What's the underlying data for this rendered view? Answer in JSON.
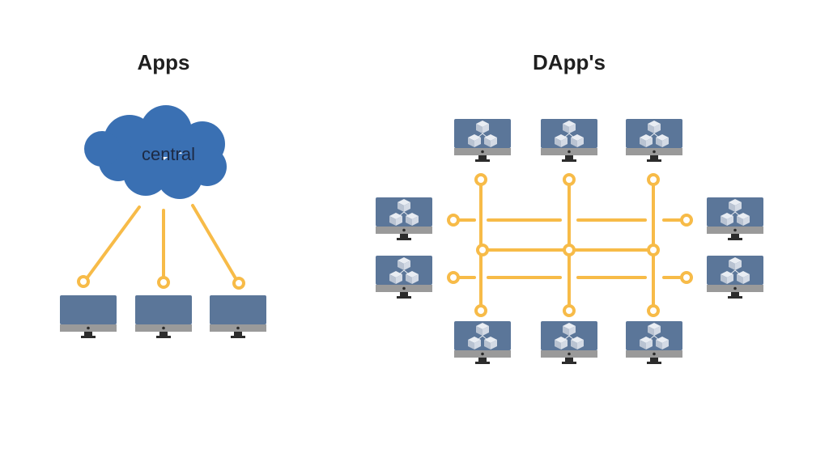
{
  "apps": {
    "title": "Apps",
    "cloud_label": "central",
    "client_count": 3
  },
  "dapps": {
    "title": "DApp's",
    "node_count": 10,
    "node_icon": "blockchain-cubes-icon"
  },
  "colors": {
    "cloud": "#3a70b3",
    "link": "#f7bb48",
    "monitor_screen": "#5b7699",
    "monitor_bezel": "#9a9a9a",
    "monitor_stand": "#2c2c2c",
    "title_text": "#1f1f1f"
  }
}
